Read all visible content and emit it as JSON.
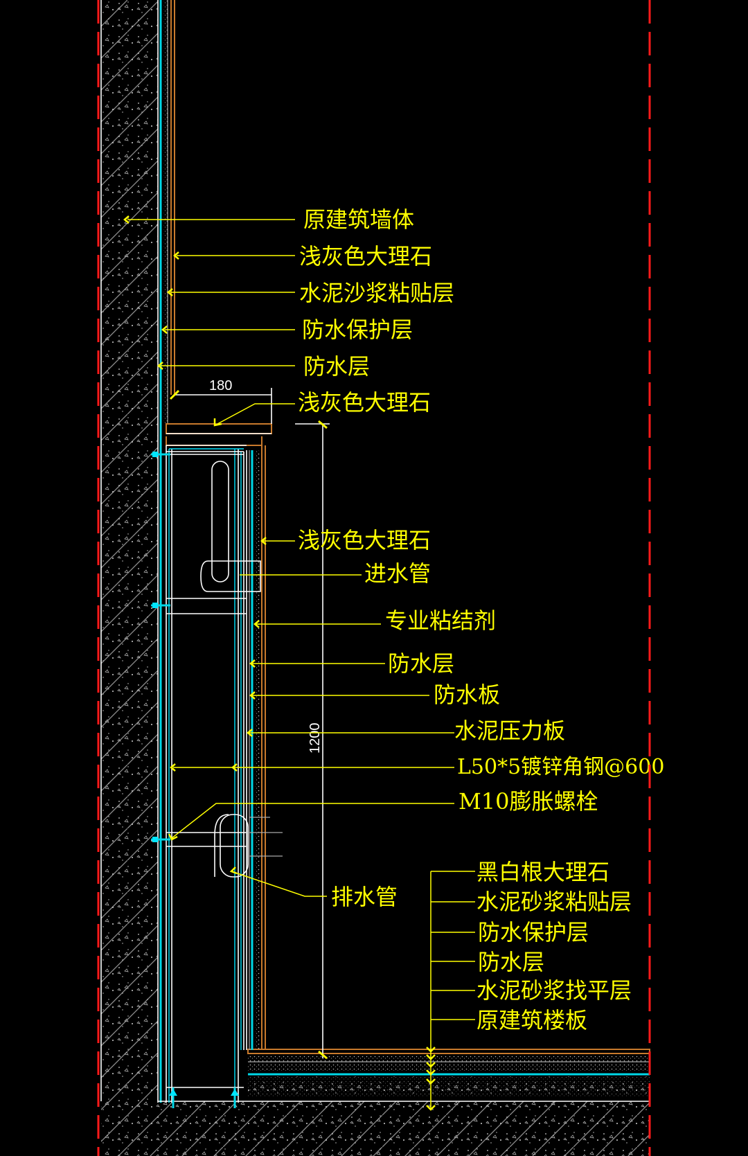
{
  "labels": {
    "wall_upper": [
      "原建筑墙体",
      "浅灰色大理石",
      "水泥沙浆粘贴层",
      "防水保护层",
      "防水层"
    ],
    "counter_top": "浅灰色大理石",
    "box_front": "浅灰色大理石",
    "inlet_pipe": "进水管",
    "box_layers": [
      "专业粘结剂",
      "防水层",
      "防水板",
      "水泥压力板",
      "L50*5镀锌角钢@600",
      "M10膨胀螺栓"
    ],
    "drain_pipe": "排水管",
    "floor_layers": [
      "黑白根大理石",
      "水泥砂浆粘贴层",
      "防水保护层",
      "防水层",
      "水泥砂浆找平层",
      "原建筑楼板"
    ]
  },
  "dimensions": {
    "width": "180",
    "height": "1200"
  },
  "colors": {
    "background": "#000000",
    "label_text": "#ffff00",
    "frame": "#ff1a1a",
    "waterproof_layer": "#00e5ff",
    "marble": "#c97a2c",
    "outline": "#ffffff"
  }
}
